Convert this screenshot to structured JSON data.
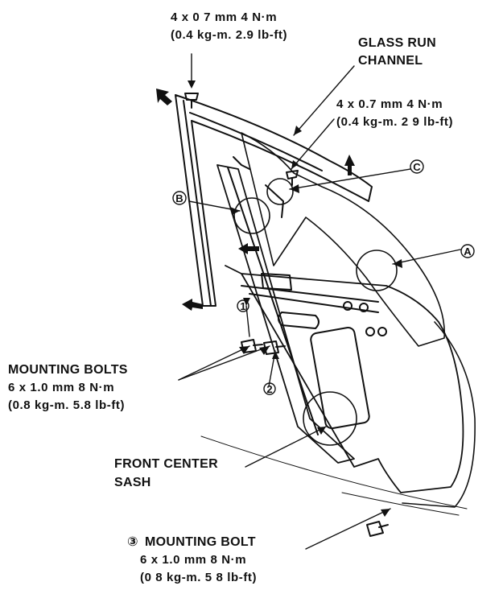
{
  "labels": {
    "top_fastener": {
      "line1": "4 x 0 7 mm   4 N·m",
      "line2": "(0.4 kg-m. 2.9 lb-ft)"
    },
    "glass_run_channel": {
      "line1": "GLASS RUN",
      "line2": "CHANNEL"
    },
    "side_fastener": {
      "line1": "4 x 0.7 mm   4 N·m",
      "line2": "(0.4 kg-m. 2 9 lb-ft)"
    },
    "mounting_bolts": {
      "line1": "MOUNTING BOLTS",
      "line2": "6 x 1.0 mm   8 N·m",
      "line3": "(0.8 kg-m. 5.8 lb-ft)"
    },
    "front_center_sash": {
      "line1": "FRONT CENTER",
      "line2": "SASH"
    },
    "mounting_bolt_3": {
      "prefix": "③",
      "line1": "MOUNTING BOLT",
      "line2": "6 x 1.0 mm   8 N·m",
      "line3": "(0 8 kg-m. 5 8 lb-ft)"
    }
  },
  "markers": {
    "a": "A",
    "b": "B",
    "c": "C",
    "one": "1",
    "two": "2"
  },
  "colors": {
    "line": "#111111",
    "background": "#ffffff"
  }
}
